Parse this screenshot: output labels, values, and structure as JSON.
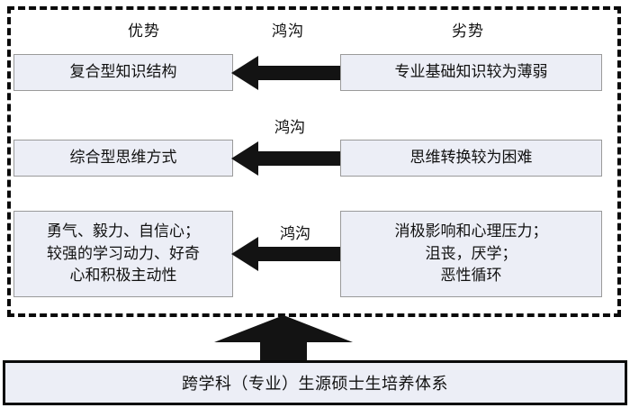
{
  "diagram": {
    "title_bottom": "跨学科（专业）生源硕士生培养体系",
    "headers": {
      "strength": "优势",
      "gap": "鸿沟",
      "weakness": "劣势"
    },
    "rows": [
      {
        "id": "row-1",
        "gap_label": "鸿沟",
        "left": {
          "lines": [
            "复合型知识结构"
          ]
        },
        "right": {
          "lines": [
            "专业基础知识较为薄弱"
          ]
        }
      },
      {
        "id": "row-2",
        "gap_label": "鸿沟",
        "left": {
          "lines": [
            "综合型思维方式"
          ]
        },
        "right": {
          "lines": [
            "思维转换较为困难"
          ]
        }
      },
      {
        "id": "row-3",
        "gap_label": "鸿沟",
        "left": {
          "lines": [
            "勇气、毅力、自信心；",
            "较强的学习动力、好奇",
            "心和积极主动性"
          ]
        },
        "right": {
          "lines": [
            "消极影响和心理压力；",
            "沮丧，厌学；",
            "恶性循环"
          ]
        }
      }
    ],
    "colors": {
      "box_fill": "#eceef6",
      "box_border": "#9a9a9a",
      "frame": "#0a0a0a",
      "arrow": "#111111",
      "bottom_border": "#0a0a0a",
      "text": "#111111",
      "background": "#ffffff"
    }
  }
}
